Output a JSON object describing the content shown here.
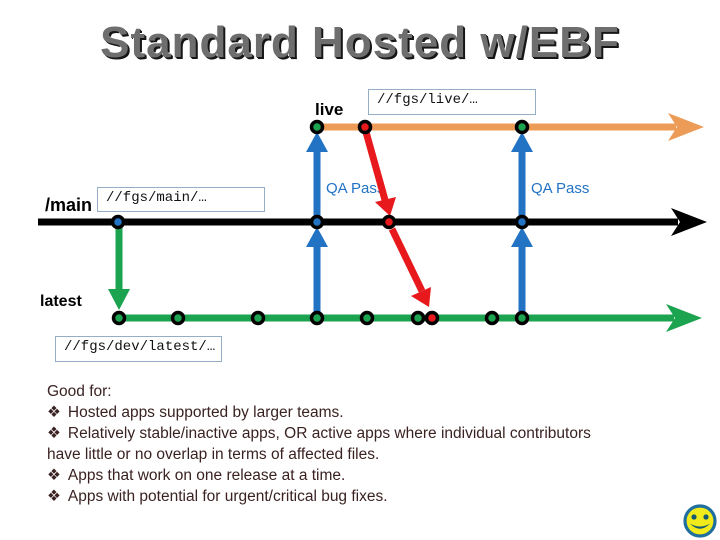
{
  "slide": {
    "title": "Standard Hosted w/EBF"
  },
  "diagram": {
    "live": {
      "label": "live",
      "path_box": "//fgs/live/…"
    },
    "main": {
      "label": "/main",
      "path_box": "//fgs/main/…"
    },
    "latest": {
      "label": "latest",
      "path_box": "//fgs/dev/latest/…"
    },
    "qa_pass_left": "QA Pass",
    "qa_pass_right": "QA Pass"
  },
  "body": {
    "lines": [
      {
        "bullet": "",
        "text": "Good for:"
      },
      {
        "bullet": "❖",
        "text": "Hosted apps supported by larger teams."
      },
      {
        "bullet": "❖",
        "text": "Relatively stable/inactive apps, OR active apps where individual contributors"
      },
      {
        "bullet": "",
        "text": "have little or no overlap in terms of affected files."
      },
      {
        "bullet": "❖",
        "text": "Apps that work on one release at a time."
      },
      {
        "bullet": "❖",
        "text": "Apps with potential for urgent/critical bug fixes."
      }
    ]
  },
  "icons": {
    "bullet": "diamond-bullet-icon",
    "smiley": "smiley-face-icon"
  },
  "colors": {
    "orange": "#ED9C57",
    "timeline-black": "#000000",
    "green": "#1CA350",
    "blue": "#2273C4",
    "red": "#E7191D",
    "box-border": "#95AEC6",
    "qa-text": "#2273C4",
    "body-text": "#3A2222",
    "title-gray": "#6E6E6E",
    "title-shadow": "#161616",
    "title-highlight": "#FFFFFF",
    "dot-green": "#1CA350",
    "dot-blue": "#2273C4",
    "dot-red": "#E7191D",
    "smiley-yellow": "#F2EB1B",
    "smiley-outline": "#1E6F9E",
    "smiley-features": "#155A6E"
  }
}
